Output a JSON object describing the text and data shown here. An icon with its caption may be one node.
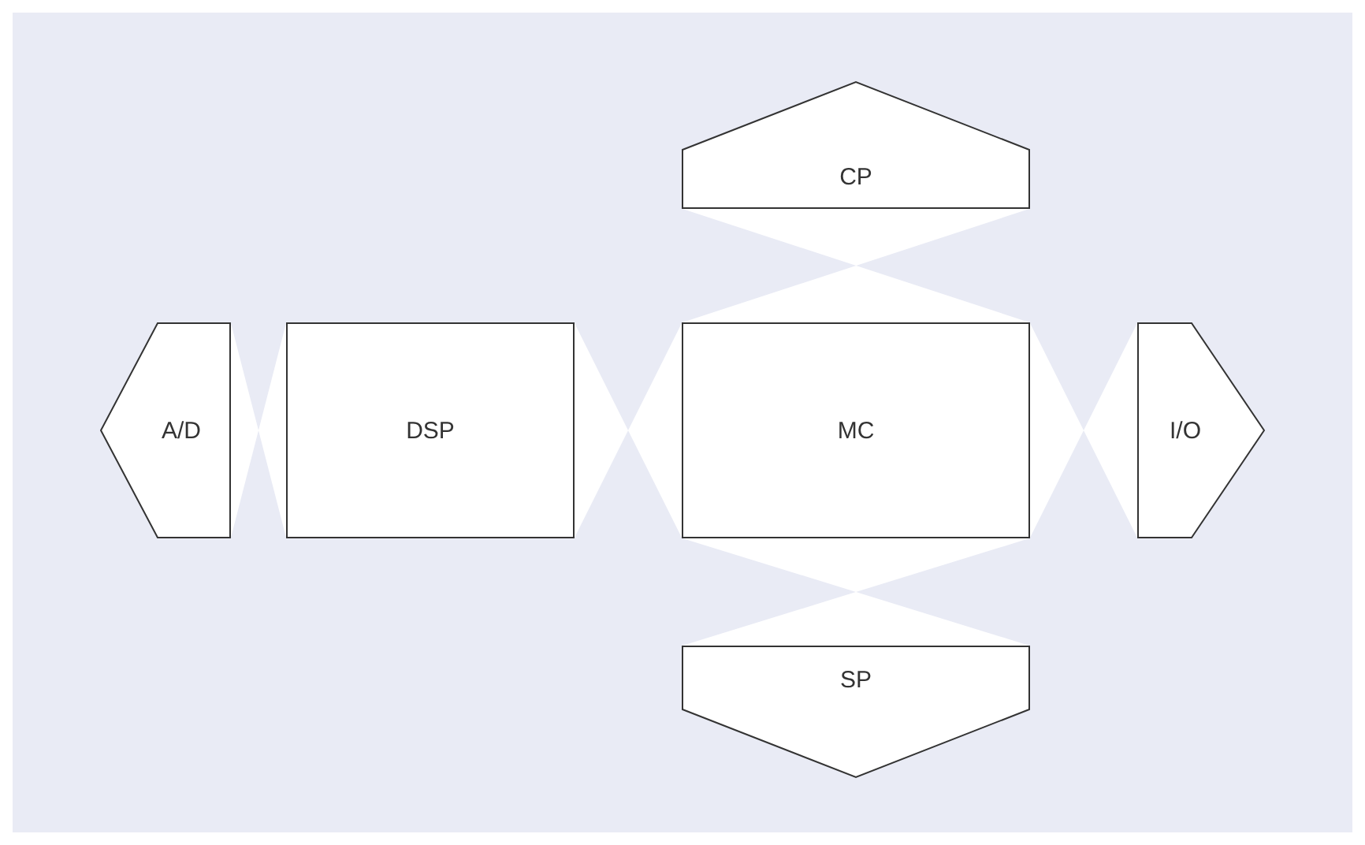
{
  "diagram": {
    "nodes": [
      {
        "text": [
          "CP"
        ]
      },
      {
        "text": [
          "A/D"
        ]
      },
      {
        "text": [
          "DSP"
        ]
      },
      {
        "text": [
          "MC"
        ]
      },
      {
        "text": [
          "I/O"
        ]
      },
      {
        "text": [
          "SP"
        ]
      }
    ],
    "edges": [
      {
        "from": 1,
        "to": 2,
        "arrow": "none"
      },
      {
        "from": 2,
        "to": 3,
        "arrow": "none"
      },
      {
        "from": 3,
        "to": 4,
        "arrow": "none"
      },
      {
        "from": 0,
        "to": 3,
        "arrow": "none"
      },
      {
        "from": 3,
        "to": 5,
        "arrow": "none"
      }
    ]
  }
}
